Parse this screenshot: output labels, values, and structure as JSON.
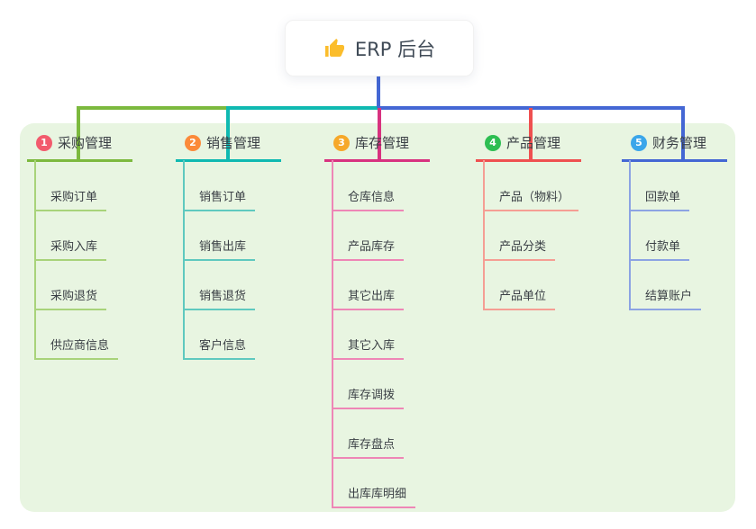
{
  "root": {
    "label": "ERP 后台",
    "icon": "thumbs-up-icon",
    "icon_color": "#fbbd2c"
  },
  "branches": [
    {
      "index": "1",
      "label": "采购管理",
      "line_color": "#7cb93e",
      "child_line_color": "#a8d37a",
      "badge_color": "#f25b6d",
      "children": [
        "采购订单",
        "采购入库",
        "采购退货",
        "供应商信息"
      ]
    },
    {
      "index": "2",
      "label": "销售管理",
      "line_color": "#0fb9b1",
      "child_line_color": "#5fc9bf",
      "badge_color": "#fb8a3a",
      "children": [
        "销售订单",
        "销售出库",
        "销售退货",
        "客户信息"
      ]
    },
    {
      "index": "3",
      "label": "库存管理",
      "line_color": "#d8327f",
      "child_line_color": "#ee86b6",
      "badge_color": "#f6a82a",
      "children": [
        "仓库信息",
        "产品库存",
        "其它出库",
        "其它入库",
        "库存调拨",
        "库存盘点",
        "出库库明细"
      ]
    },
    {
      "index": "4",
      "label": "产品管理",
      "line_color": "#ef5050",
      "child_line_color": "#f59e94",
      "badge_color": "#2dbe52",
      "children": [
        "产品（物料）",
        "产品分类",
        "产品单位"
      ]
    },
    {
      "index": "5",
      "label": "财务管理",
      "line_color": "#4467d4",
      "child_line_color": "#8ca3e3",
      "badge_color": "#3ba6ea",
      "children": [
        "回款单",
        "付款单",
        "结算账户"
      ]
    }
  ],
  "panel": {
    "background_color": "#e8f5e1"
  },
  "connectors": {
    "root_line_color": "#4467d4"
  }
}
